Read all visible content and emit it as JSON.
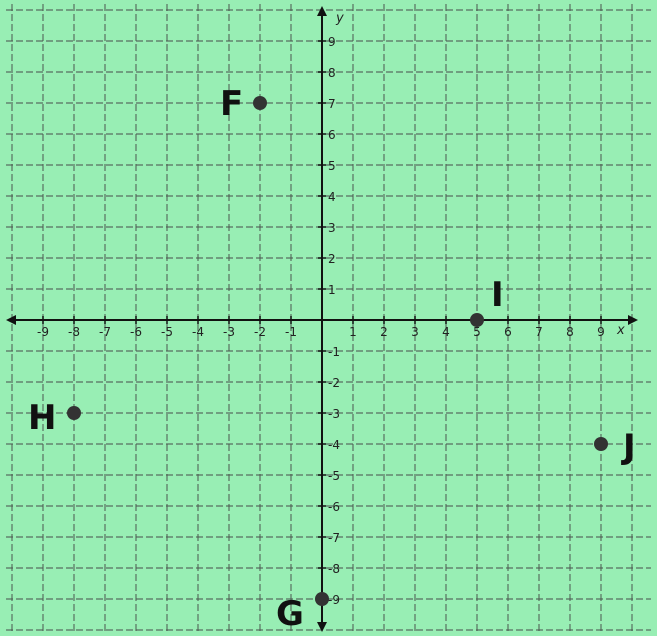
{
  "chart_data": {
    "type": "scatter",
    "title": "",
    "xlabel": "x",
    "ylabel": "y",
    "xlim": [
      -10,
      10
    ],
    "ylim": [
      -10,
      10
    ],
    "grid": true,
    "x_ticks": [
      -9,
      -8,
      -7,
      -6,
      -5,
      -4,
      -3,
      -2,
      -1,
      1,
      2,
      3,
      4,
      5,
      6,
      7,
      8,
      9
    ],
    "y_ticks": [
      9,
      8,
      7,
      6,
      5,
      4,
      3,
      2,
      1,
      -1,
      -2,
      -3,
      -4,
      -5,
      -6,
      -7,
      -8,
      -9
    ],
    "points": [
      {
        "label": "F",
        "x": -2,
        "y": 7
      },
      {
        "label": "I",
        "x": 5,
        "y": 0
      },
      {
        "label": "H",
        "x": -8,
        "y": -3
      },
      {
        "label": "J",
        "x": 9,
        "y": -4
      },
      {
        "label": "G",
        "x": 0,
        "y": -9
      }
    ],
    "colors": {
      "background": "#98eeb4",
      "grid": "#4d5a52",
      "axis": "#111111",
      "point": "#333333"
    }
  }
}
